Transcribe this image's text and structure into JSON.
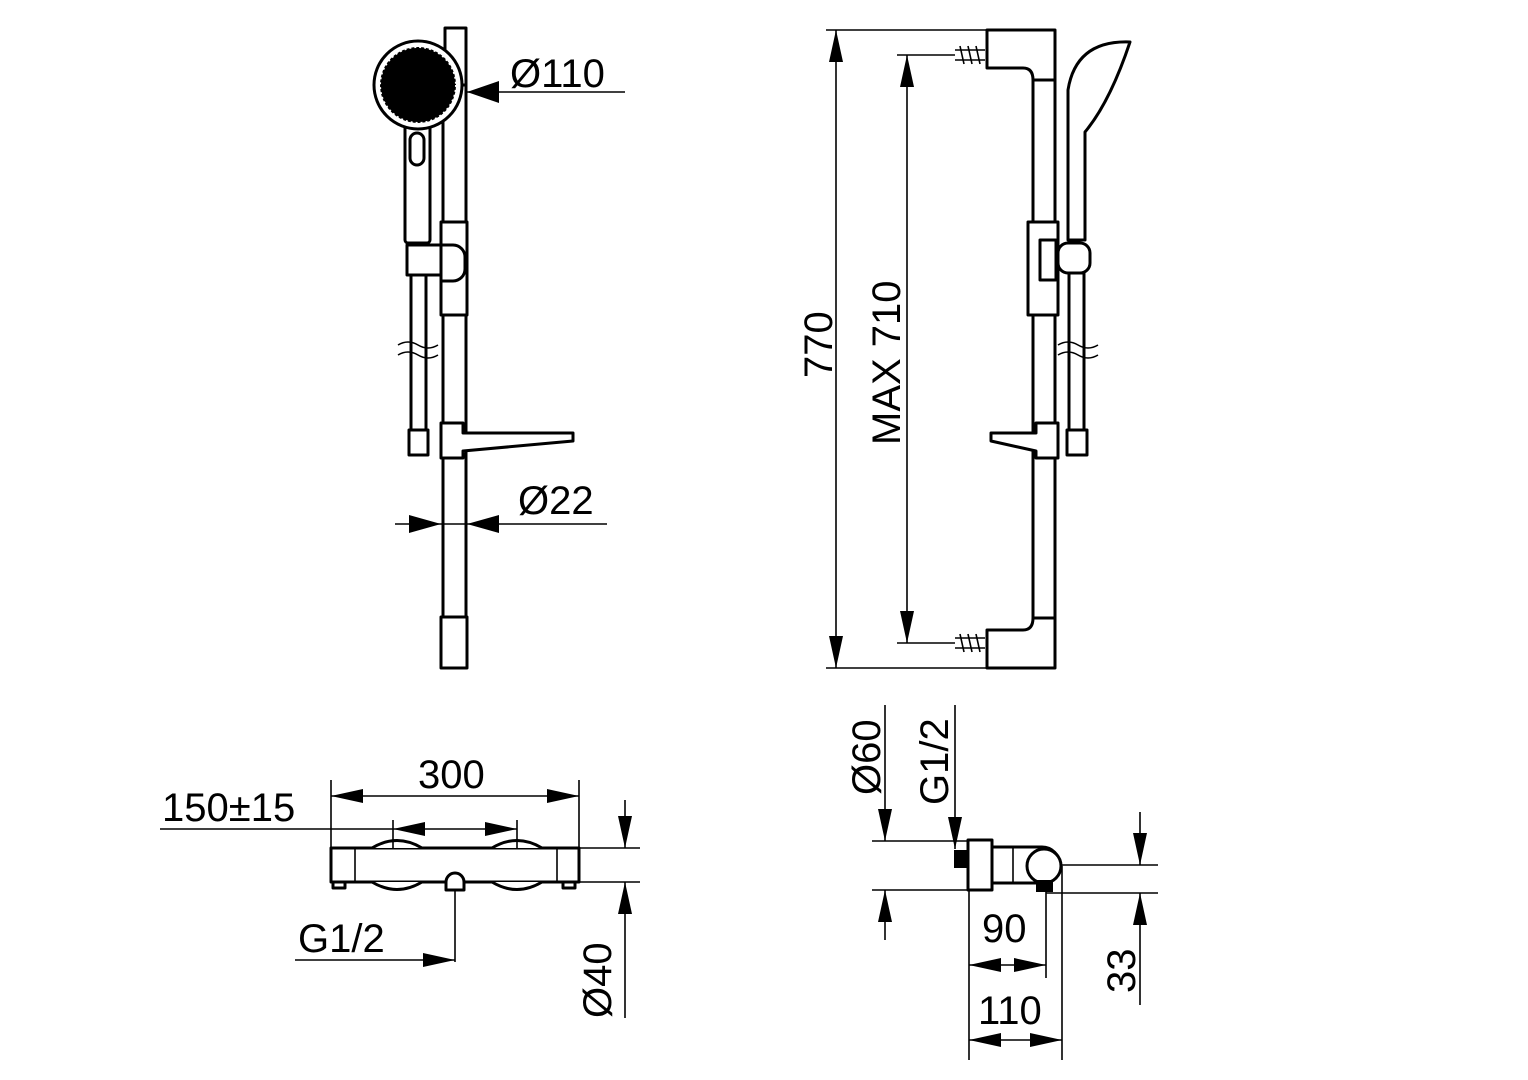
{
  "dimensions": {
    "handshower_diameter": "Ø110",
    "rail_diameter": "Ø22",
    "rail_length": "770",
    "bracket_spacing": "MAX 710",
    "mixer_width": "300",
    "inlet_spacing": "150±15",
    "mixer_outlet": "G1/2",
    "mixer_body_diameter": "Ø40",
    "escutcheon_diameter": "Ø60",
    "inlet_thread": "G1/2",
    "depth_outlet": "90",
    "depth_total": "110",
    "outlet_height": "33"
  },
  "colors": {
    "line": "#000000",
    "background": "#ffffff"
  }
}
